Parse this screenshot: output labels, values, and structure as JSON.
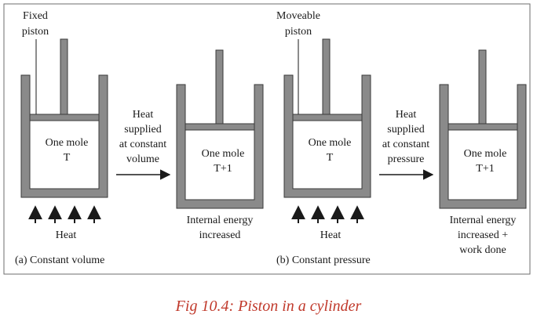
{
  "labels": {
    "fixed_line1": "Fixed",
    "fixed_line2": "piston",
    "moveable_line1": "Moveable",
    "moveable_line2": "piston",
    "a_gas_line1": "One mole",
    "a_gas_line2": "T",
    "a_after_line1": "One mole",
    "a_after_line2": "T+1",
    "a_process_line1": "Heat",
    "a_process_line2": "supplied",
    "a_process_line3": "at constant",
    "a_process_line4": "volume",
    "a_heat": "Heat",
    "a_result_line1": "Internal energy",
    "a_result_line2": "increased",
    "a_title": "(a) Constant volume",
    "b_gas_line1": "One mole",
    "b_gas_line2": "T",
    "b_after_line1": "One mole",
    "b_after_line2": "T+1",
    "b_process_line1": "Heat",
    "b_process_line2": "supplied",
    "b_process_line3": "at constant",
    "b_process_line4": "pressure",
    "b_heat": "Heat",
    "b_result_line1": "Internal energy",
    "b_result_line2": "increased +",
    "b_result_line3": "work done",
    "b_title": "(b) Constant pressure"
  },
  "caption": "Fig 10.4: Piston in a cylinder",
  "colors": {
    "cylinder_fill": "#8a8a8a",
    "cylinder_stroke": "#3a3a3a",
    "frame": "#6e6e6e",
    "caption": "#c0392b"
  }
}
